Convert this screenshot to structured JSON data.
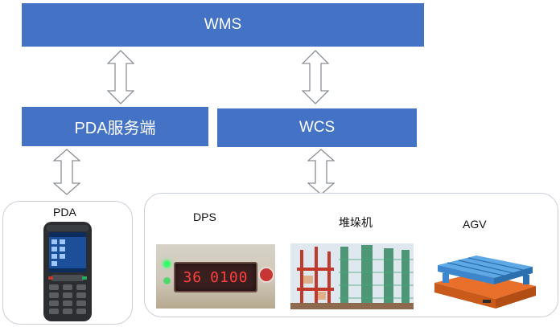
{
  "nodes": {
    "wms": "WMS",
    "pda_server": "PDA服务端",
    "wcs": "WCS"
  },
  "devices": {
    "pda": "PDA",
    "dps": "DPS",
    "stacker": "堆垛机",
    "agv": "AGV"
  },
  "dps_display": {
    "left": "36",
    "right": "0100"
  },
  "colors": {
    "box_fill": "#4472c4",
    "box_text": "#ffffff",
    "panel_border": "#c8ced6",
    "arrow_stroke": "#8a8f96"
  }
}
